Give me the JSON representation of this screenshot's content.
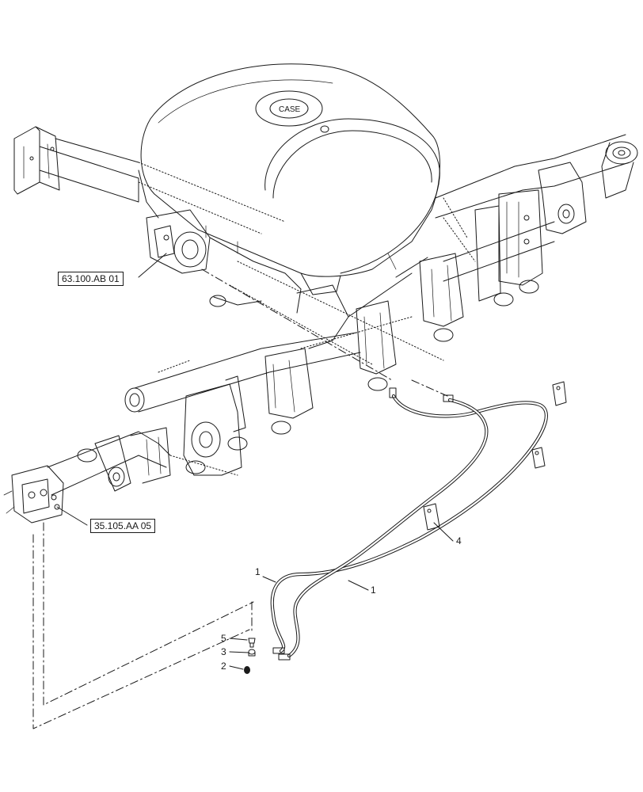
{
  "callouts": {
    "hydraulic_ref": "63.100.AB 01",
    "valve_ref": "35.105.AA 05"
  },
  "items": {
    "hose_a": "1",
    "hose_b": "1",
    "plug": "2",
    "cap": "3",
    "tag": "4",
    "fitting": "5"
  }
}
